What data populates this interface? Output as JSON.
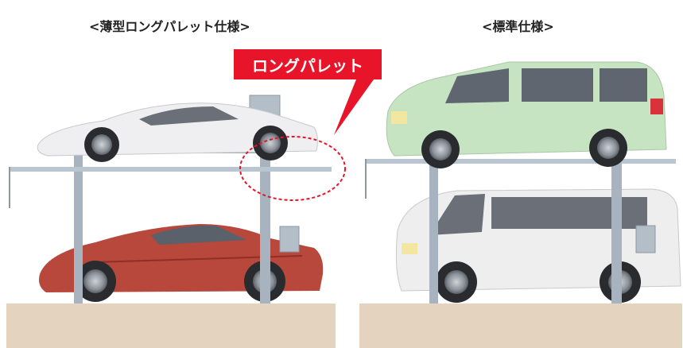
{
  "panels": {
    "left_title": "<薄型ロングパレット仕様>",
    "right_title": "<標準仕様>"
  },
  "callout": {
    "label": "ロングパレット"
  },
  "colors": {
    "ground": "#e3d3bf",
    "steel": "#a7b4bf",
    "callout_red": "#e8142a",
    "car_white": "#efeff1",
    "car_red": "#b8473c",
    "car_green": "#c7e4c2",
    "van_white": "#eeeeef"
  }
}
